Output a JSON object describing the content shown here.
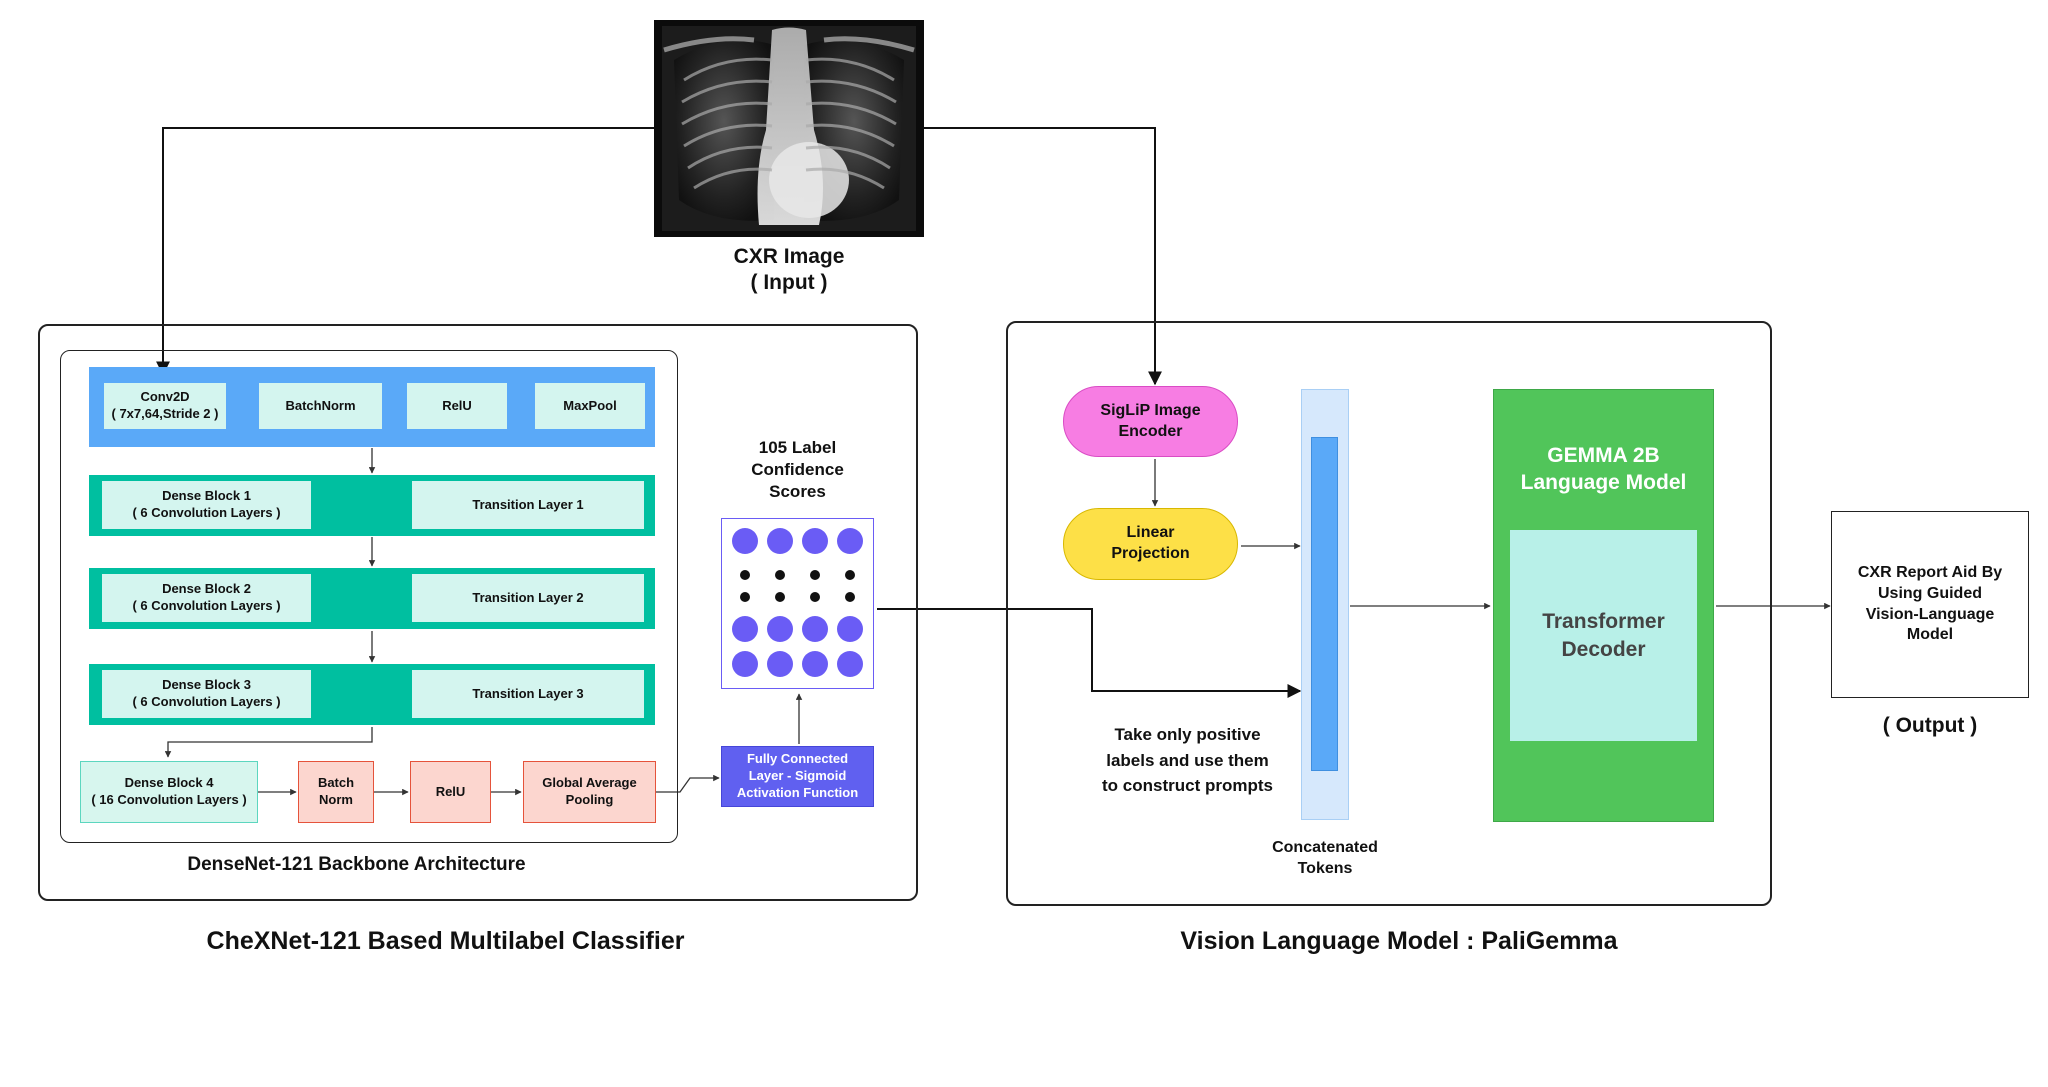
{
  "input": {
    "title": "CXR Image",
    "subtitle": "( Input )"
  },
  "left_panel": {
    "caption": "CheXNet-121 Based Multilabel Classifier",
    "backbone_caption": "DenseNet-121 Backbone Architecture",
    "stem": {
      "conv_line1": "Conv2D",
      "conv_line2": "( 7x7,64,Stride 2 )",
      "batchnorm": "BatchNorm",
      "relu": "RelU",
      "maxpool": "MaxPool"
    },
    "dense_blocks": [
      {
        "title": "Dense Block 1",
        "sub": "( 6 Convolution Layers )",
        "transition": "Transition Layer 1"
      },
      {
        "title": "Dense Block 2",
        "sub": "( 6 Convolution Layers )",
        "transition": "Transition Layer 2"
      },
      {
        "title": "Dense Block 3",
        "sub": "( 6 Convolution Layers )",
        "transition": "Transition Layer 3"
      }
    ],
    "final_row": {
      "dense4_title": "Dense Block 4",
      "dense4_sub": "( 16 Convolution Layers )",
      "batchnorm_line1": "Batch",
      "batchnorm_line2": "Norm",
      "relu": "RelU",
      "gap_line1": "Global Average",
      "gap_line2": "Pooling"
    },
    "fc": {
      "line1": "Fully Connected",
      "line2": "Layer - Sigmoid",
      "line3": "Activation Function"
    },
    "scores": {
      "line1": "105 Label",
      "line2": "Confidence",
      "line3": "Scores"
    }
  },
  "right_panel": {
    "caption": "Vision Language Model : PaliGemma",
    "siglip": {
      "line1": "SigLiP Image",
      "line2": "Encoder"
    },
    "projection": {
      "line1": "Linear",
      "line2": "Projection"
    },
    "prompt_note": {
      "line1": "Take only positive",
      "line2": "labels and use them",
      "line3": "to construct prompts"
    },
    "tokens": {
      "line1": "Concatenated",
      "line2": "Tokens"
    },
    "gemma": {
      "line1": "GEMMA 2B",
      "line2": "Language Model"
    },
    "decoder": {
      "line1": "Transformer",
      "line2": "Decoder"
    }
  },
  "output": {
    "box": {
      "line1": "CXR Report Aid  By",
      "line2": "Using Guided",
      "line3": "Vision-Language",
      "line4": "Model"
    },
    "label": "( Output )"
  },
  "colors": {
    "stem_bg": "#5aa9f8",
    "dense_bg": "#00bfa0",
    "light_box": "#d4f5ef",
    "pink_box": "#fcd6cf",
    "fc_box": "#6060f0",
    "dot_color": "#6a5cf5",
    "siglip": "#f77de3",
    "projection": "#fde047",
    "gemma": "#51c55a",
    "decoder": "#b8f0e8",
    "tokens_outer": "#d6e8fc",
    "tokens_inner": "#5aa9f8"
  },
  "icons": {
    "xray": "chest-xray-image"
  }
}
